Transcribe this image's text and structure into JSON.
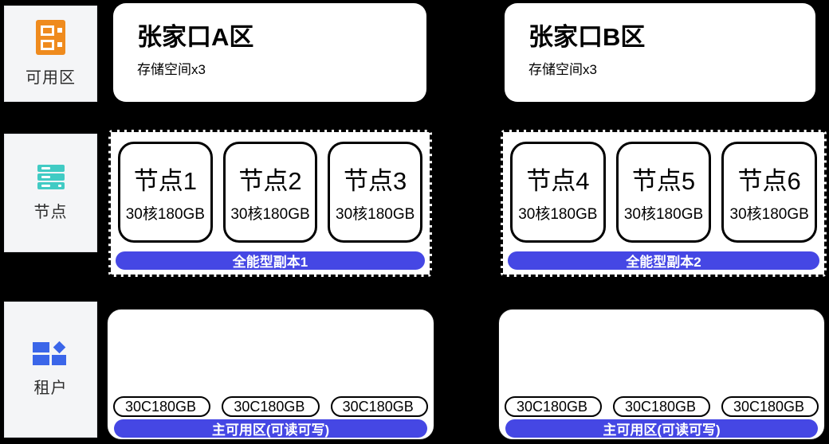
{
  "colors": {
    "background": "#000000",
    "accent_blue": "#4547E4",
    "zone_icon_orange": "#EF8B1E",
    "node_icon_teal": "#41CBC4",
    "tenant_icon_blue": "#3B66E9",
    "card_white": "#FFFFFF",
    "legend_card_bg": "#F4F5F7"
  },
  "legend": {
    "zone_label": "可用区",
    "node_label": "节点",
    "tenant_label": "租户"
  },
  "zones": [
    {
      "title": "张家口A区",
      "subtitle": "存储空间x3",
      "replica_label": "全能型副本1",
      "nodes": [
        {
          "name": "节点1",
          "spec": "30核180GB"
        },
        {
          "name": "节点2",
          "spec": "30核180GB"
        },
        {
          "name": "节点3",
          "spec": "30核180GB"
        }
      ],
      "tenant": {
        "shards": [
          "30C180GB",
          "30C180GB",
          "30C180GB"
        ],
        "role_label": "主可用区(可读可写)"
      }
    },
    {
      "title": "张家口B区",
      "subtitle": "存储空间x3",
      "replica_label": "全能型副本2",
      "nodes": [
        {
          "name": "节点4",
          "spec": "30核180GB"
        },
        {
          "name": "节点5",
          "spec": "30核180GB"
        },
        {
          "name": "节点6",
          "spec": "30核180GB"
        }
      ],
      "tenant": {
        "shards": [
          "30C180GB",
          "30C180GB",
          "30C180GB"
        ],
        "role_label": "主可用区(可读可写)"
      }
    }
  ]
}
